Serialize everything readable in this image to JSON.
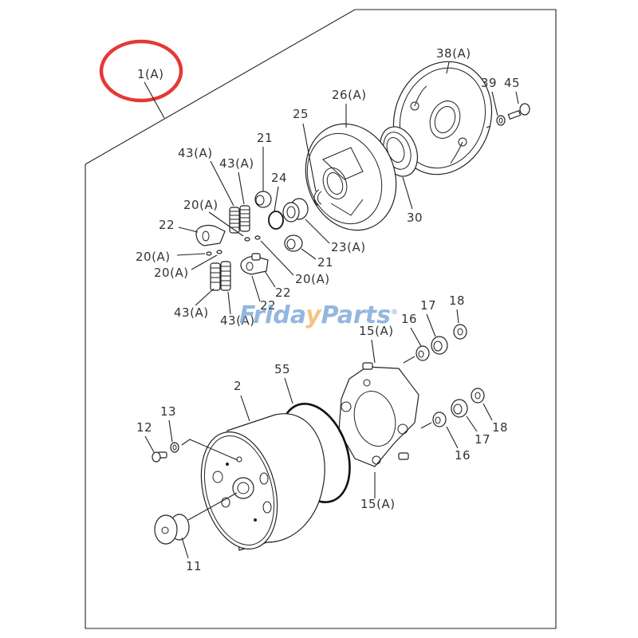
{
  "diagram": {
    "type": "exploded-parts-diagram",
    "frame_title_callout": "1(A)",
    "highlight": {
      "target": "1(A)",
      "shape": "circle",
      "color": "#e53935"
    },
    "watermark": {
      "text_part1": "Frida",
      "text_part2": "y",
      "text_part3": "Parts",
      "trademark": "®",
      "color": "#6f9fd3",
      "accent": "#f0b060"
    },
    "labels": {
      "l1": "1(A)",
      "l38": "38(A)",
      "l39": "39",
      "l45": "45",
      "l26": "26(A)",
      "l25": "25",
      "l21a": "21",
      "l43a": "43(A)",
      "l43b": "43(A)",
      "l24": "24",
      "l20a": "20(A)",
      "l22a": "22",
      "l20b": "20(A)",
      "l20c": "20(A)",
      "l30": "30",
      "l23": "23(A)",
      "l21b": "21",
      "l20d": "20(A)",
      "l22b": "22",
      "l22c": "22",
      "l43c": "43(A)",
      "l43d": "43(A)",
      "l16a": "16",
      "l17a": "17",
      "l18a": "18",
      "l15a": "15(A)",
      "l55": "55",
      "l2": "2",
      "l13": "13",
      "l12": "12",
      "l16b": "16",
      "l17b": "17",
      "l18b": "18",
      "l15b": "15(A)",
      "l11": "11"
    },
    "parts": [
      {
        "no": "1(A)"
      },
      {
        "no": "2"
      },
      {
        "no": "11"
      },
      {
        "no": "12"
      },
      {
        "no": "13"
      },
      {
        "no": "15(A)"
      },
      {
        "no": "16"
      },
      {
        "no": "17"
      },
      {
        "no": "18"
      },
      {
        "no": "20(A)"
      },
      {
        "no": "21"
      },
      {
        "no": "22"
      },
      {
        "no": "23(A)"
      },
      {
        "no": "24"
      },
      {
        "no": "25"
      },
      {
        "no": "26(A)"
      },
      {
        "no": "30"
      },
      {
        "no": "38(A)"
      },
      {
        "no": "39"
      },
      {
        "no": "43(A)"
      },
      {
        "no": "45"
      },
      {
        "no": "55"
      }
    ]
  }
}
